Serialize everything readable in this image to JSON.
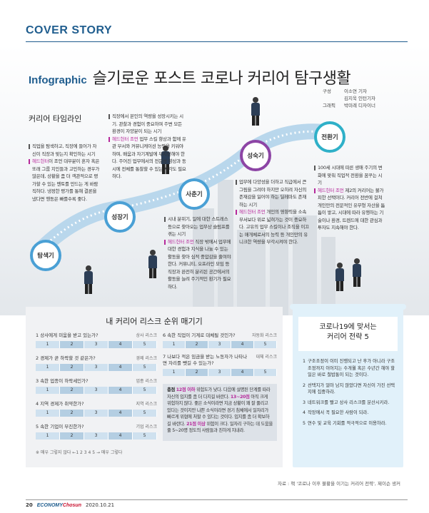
{
  "header": {
    "section": "COVER STORY"
  },
  "title": {
    "label": "Infographic",
    "main": "슬기로운 포스트 코로나 커리어 탐구생활"
  },
  "credits": [
    {
      "role": "구성",
      "names": "이소연 기자"
    },
    {
      "role": "",
      "names": "김지욱 인턴기자"
    },
    {
      "role": "그래픽",
      "names": "박미례 디자이너"
    }
  ],
  "timeline": {
    "title": "커리어 타임라인",
    "nodes": [
      {
        "label": "탐색기"
      },
      {
        "label": "성장기"
      },
      {
        "label": "사춘기"
      },
      {
        "label": "성숙기"
      },
      {
        "label": "전환기"
      }
    ],
    "notes": [
      {
        "text": "직업을 탐색하고, 직장에 들어가 자신이 직장과 맞는지 확인하는 시기",
        "prefix": "",
        "hl": ""
      },
      {
        "text": "이 조언 대부분이 혼자 혹은 또래 그룹 지인들과 고민하는 경우가 많은데, 상황을 좀 더 객관적으로 평가할 수 있는 멘토를 만드는 게 바람직하다. 냉정한 평가를 통해 결론을 냈다면 행동은 빠를수록 좋다.",
        "prefix": "",
        "hl": "헤드헌터"
      },
      {
        "text": "직장에서 본인의 역량을 성장시키는 시기. 관찰과 경험이 중요하며 주변 모든 환경이 자양분이 되는 시기",
        "prefix": "",
        "hl": ""
      },
      {
        "text": " 업무 스킬 향상과 함께 유관 부서와 커뮤니케이션 능력을 키워야 하며, 배움과 자기계발에 부지런해야 한다. 주어진 업무에서의 전문성 향상과 동시에 전체를 통찰할 수 있는 시각도 필요하다.",
        "prefix": "",
        "hl": "헤드헌터 조언"
      },
      {
        "text": "시내 분위기, 일에 대한 스트레스 등으로 찾아오는 업무상 슬럼프를 겪는 시기",
        "prefix": "",
        "hl": ""
      },
      {
        "text": " 직장 밖에서 업무에 대한 경험과 지식을 나눌 수 있는 활동을 찾아 심적 중압감을 줄여야 한다. 커뮤니티, 오프라인 모임 등 직장과 완전히 분리된 공간에서의 활동을 늘려 주기적인 환기가 필요하다.",
        "prefix": "",
        "hl": "헤드헌터 조언"
      },
      {
        "text": "업무에 다양성을 더하고 직급에서 큰 그림을 그려야 하지만 오히려 자신의 존재감을 잃어야 하는 딜레마도 존재하는 시기",
        "prefix": "",
        "hl": ""
      },
      {
        "text": " 개인의 영향력을 소속 부서보다 위로 넓혀가는 것이 중요하다. 고유의 업무 스킬이나 조직을 이끄는 매개체로서의 능력 등 개인만의 유니크한 역량을 부각시켜야 한다.",
        "prefix": "",
        "hl": "헤드헌터 조언"
      },
      {
        "text": "100세 시대에 따른 생애 주기의 변화에 맞춰 직업적 전환을 꿈꾸는 시기",
        "prefix": "",
        "hl": ""
      },
      {
        "text": " 제2의 커리어는 불가피한 선택이다. 커리어 전반에 걸쳐 개인만의 전문적인 유무형 자산을 틈틈이 쌓고, 시대에 따라 유행하는 기술이나 환경, 트렌드에 대한 관심과 투자도 지속해야 한다.",
        "prefix": "",
        "hl": "헤드헌터 조언"
      }
    ]
  },
  "risk": {
    "title": "내 커리어 리스크 순위 매기기",
    "scale": [
      "1",
      "2",
      "3",
      "4",
      "5"
    ],
    "questions": [
      {
        "q": "1 상사에게 미움을 받고 있는가?",
        "tag": "상사 리스크"
      },
      {
        "q": "2 경제가 곧 하락할 것 같은가?",
        "tag": "경제 리스크"
      },
      {
        "q": "3 속한 업종이 하락세인가?",
        "tag": "업종 리스크"
      },
      {
        "q": "4 지역 경제가 취약한가?",
        "tag": "지역 리스크"
      },
      {
        "q": "5 속한 기업이 부진한가?",
        "tag": "기업 리스크"
      },
      {
        "q": "6 속한 직업이 기계로 대체될 것인가?",
        "tag": "자동화 리스크"
      },
      {
        "q": "7 나보다 적은 임금을 받는 노동자가 나타나면 자리를 뺏길 수 있는가?",
        "tag": "대체 리스크"
      }
    ],
    "legend": "※ 매우 그렇지 않다 ←1 2 3 4 5 → 매우 그렇다",
    "summary": {
      "lead": "총점",
      "a_k": "12점 이하",
      "a": " 위험도가 낮다. 다음에 설명된 단계를 따라 자신의 입지를 좀 더 다지길 바란다.",
      "b_k": "13~20점",
      "b": " 아직 크게 위험하지 않다. 좋은 소식이라면 지금 상황이 꽤 잘 풀리고 있다는 것이지만 나쁜 소식이라면 경기 침체에서 일자리가 빠르게 위협에 처할 수 있다는 것이다. 입지를 좀 더 확보하길 바란다.",
      "c_k": "21점 이상",
      "c": " 위험이 크다. 일자리 구하는 데 도움을 줄 5~20명 정도의 사람들과 친하게 지내라."
    }
  },
  "strategy": {
    "title_l1": "코로나19에 맞서는",
    "title_l2": "커리어 전략 5",
    "items": [
      {
        "n": "1",
        "t": "구조조정이 이미 진행되고 난 후가 아니라 구조조정까지 이어지는 수개월 혹은 수년간 해야 할 일은 바로 철밥통이 되는 것이다."
      },
      {
        "n": "2",
        "t": "선택지가 얼마 남지 않았다면 자신이 가진 선택지에 집중하라."
      },
      {
        "n": "3",
        "t": "네트워크를 빨고 상사 리스크를 분산시키라."
      },
      {
        "n": "4",
        "t": "작장에서 꼭 필요한 사람이 되라."
      },
      {
        "n": "5",
        "t": "연수 및 교육 기회를 적극적으로 이용하라."
      }
    ]
  },
  "source": "자료 : 책 '코로나 이후 불황을 이기는 커리어 전략', 제이슨 생커",
  "footer": {
    "page": "20",
    "brand_a": "ECONOMY",
    "brand_b": "Chosun",
    "date": "2020.10.21"
  },
  "colors": {
    "accent": "#1f5d8e",
    "highlight": "#b6289a",
    "node_blue": "#4aa0d5",
    "node_purple": "#8d45a5"
  }
}
